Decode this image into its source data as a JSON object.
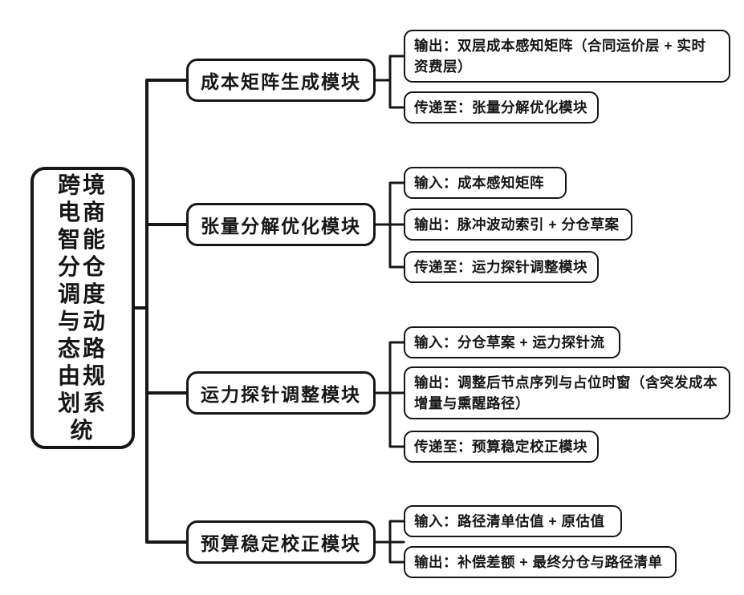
{
  "diagram": {
    "colors": {
      "ink": "#161616",
      "background": "#ffffff"
    },
    "root": {
      "label": "跨境电商智能分仓调度与动态路由规划系统"
    },
    "modules": [
      {
        "label": "成本矩阵生成模块",
        "children": [
          {
            "text": "输出：双层成本感知矩阵（合同运价层 + 实时资费层）"
          },
          {
            "text": "传递至：张量分解优化模块"
          }
        ]
      },
      {
        "label": "张量分解优化模块",
        "children": [
          {
            "text": "输入：成本感知矩阵"
          },
          {
            "text": "输出：脉冲波动索引 + 分仓草案"
          },
          {
            "text": "传递至：运力探针调整模块"
          }
        ]
      },
      {
        "label": "运力探针调整模块",
        "children": [
          {
            "text": "输入：分仓草案 + 运力探针流"
          },
          {
            "text": "输出：调整后节点序列与占位时窗（含突发成本增量与熏醒路径）"
          },
          {
            "text": "传递至：预算稳定校正模块"
          }
        ]
      },
      {
        "label": "预算稳定校正模块",
        "children": [
          {
            "text": "输入：路径清单估值 + 原估值"
          },
          {
            "text": "输出：补偿差额 + 最终分仓与路径清单"
          }
        ]
      }
    ]
  }
}
